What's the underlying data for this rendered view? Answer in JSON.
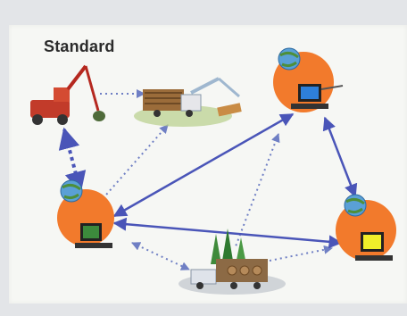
{
  "diagram": {
    "title": "Standard",
    "colors": {
      "arrow_blue": "#4a55b8",
      "dotted_blue": "#6f7fc4",
      "node_orange": "#f27a2c",
      "screen_blue": "#2e7fd8",
      "screen_yellow": "#f0ee2a"
    },
    "nodes": [
      {
        "id": "harvester",
        "icon": "forestry-harvester-icon"
      },
      {
        "id": "forwarder",
        "icon": "log-loader-truck-icon"
      },
      {
        "id": "computer-top-right",
        "icon": "networked-computer-icon"
      },
      {
        "id": "computer-left",
        "icon": "networked-computer-icon"
      },
      {
        "id": "computer-right",
        "icon": "networked-computer-icon"
      },
      {
        "id": "log-truck",
        "icon": "timber-truck-icon"
      }
    ]
  }
}
